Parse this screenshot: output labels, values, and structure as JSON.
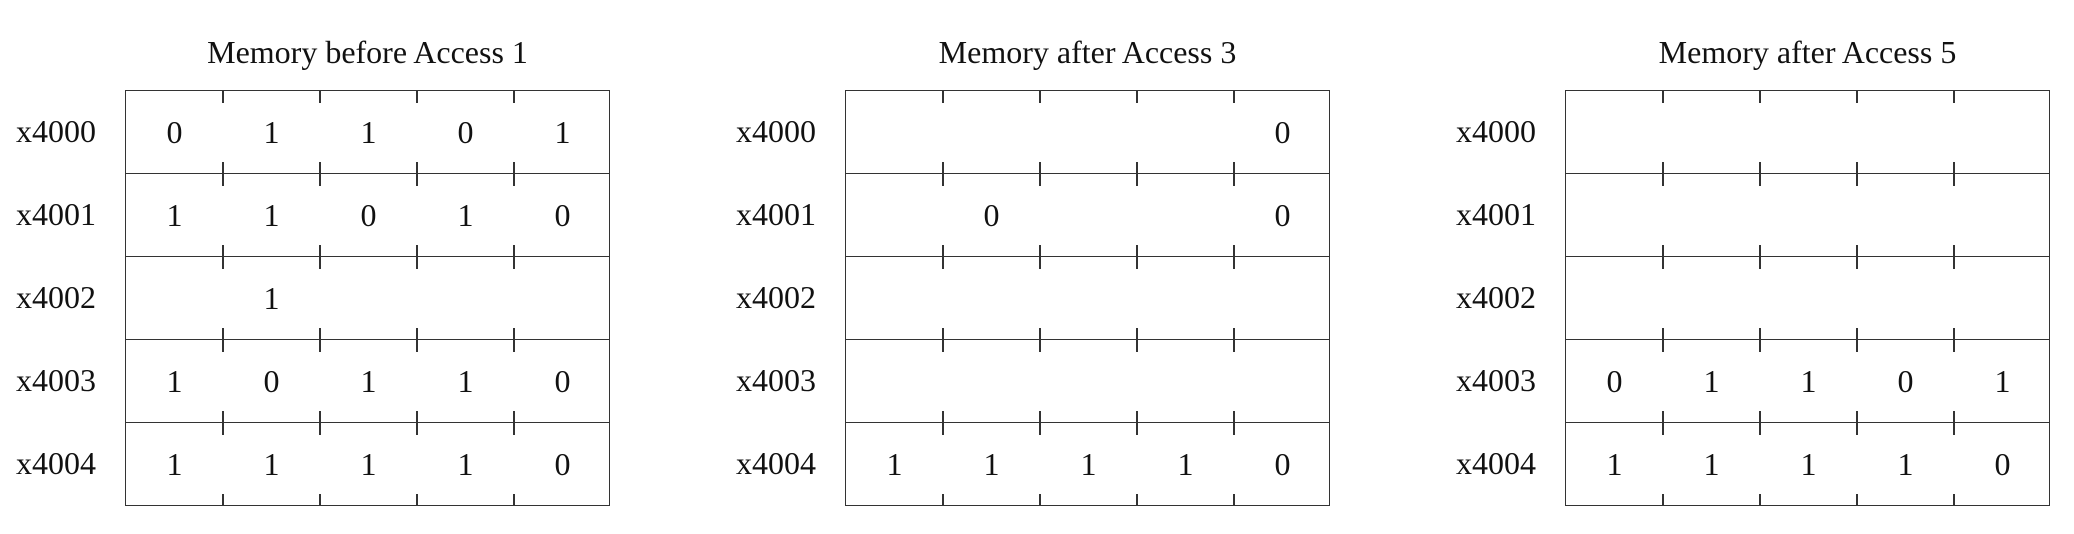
{
  "panels": [
    {
      "title": "Memory before Access 1",
      "rows": [
        {
          "address": "x4000",
          "bits": [
            "0",
            "1",
            "1",
            "0",
            "1"
          ]
        },
        {
          "address": "x4001",
          "bits": [
            "1",
            "1",
            "0",
            "1",
            "0"
          ]
        },
        {
          "address": "x4002",
          "bits": [
            "",
            "1",
            "",
            "",
            ""
          ]
        },
        {
          "address": "x4003",
          "bits": [
            "1",
            "0",
            "1",
            "1",
            "0"
          ]
        },
        {
          "address": "x4004",
          "bits": [
            "1",
            "1",
            "1",
            "1",
            "0"
          ]
        }
      ]
    },
    {
      "title": "Memory after Access 3",
      "rows": [
        {
          "address": "x4000",
          "bits": [
            "",
            "",
            "",
            "",
            "0"
          ]
        },
        {
          "address": "x4001",
          "bits": [
            "",
            "0",
            "",
            "",
            "0"
          ]
        },
        {
          "address": "x4002",
          "bits": [
            "",
            "",
            "",
            "",
            ""
          ]
        },
        {
          "address": "x4003",
          "bits": [
            "",
            "",
            "",
            "",
            ""
          ]
        },
        {
          "address": "x4004",
          "bits": [
            "1",
            "1",
            "1",
            "1",
            "0"
          ]
        }
      ]
    },
    {
      "title": "Memory after Access 5",
      "rows": [
        {
          "address": "x4000",
          "bits": [
            "",
            "",
            "",
            "",
            ""
          ]
        },
        {
          "address": "x4001",
          "bits": [
            "",
            "",
            "",
            "",
            ""
          ]
        },
        {
          "address": "x4002",
          "bits": [
            "",
            "",
            "",
            "",
            ""
          ]
        },
        {
          "address": "x4003",
          "bits": [
            "0",
            "1",
            "1",
            "0",
            "1"
          ]
        },
        {
          "address": "x4004",
          "bits": [
            "1",
            "1",
            "1",
            "1",
            "0"
          ]
        }
      ]
    }
  ]
}
